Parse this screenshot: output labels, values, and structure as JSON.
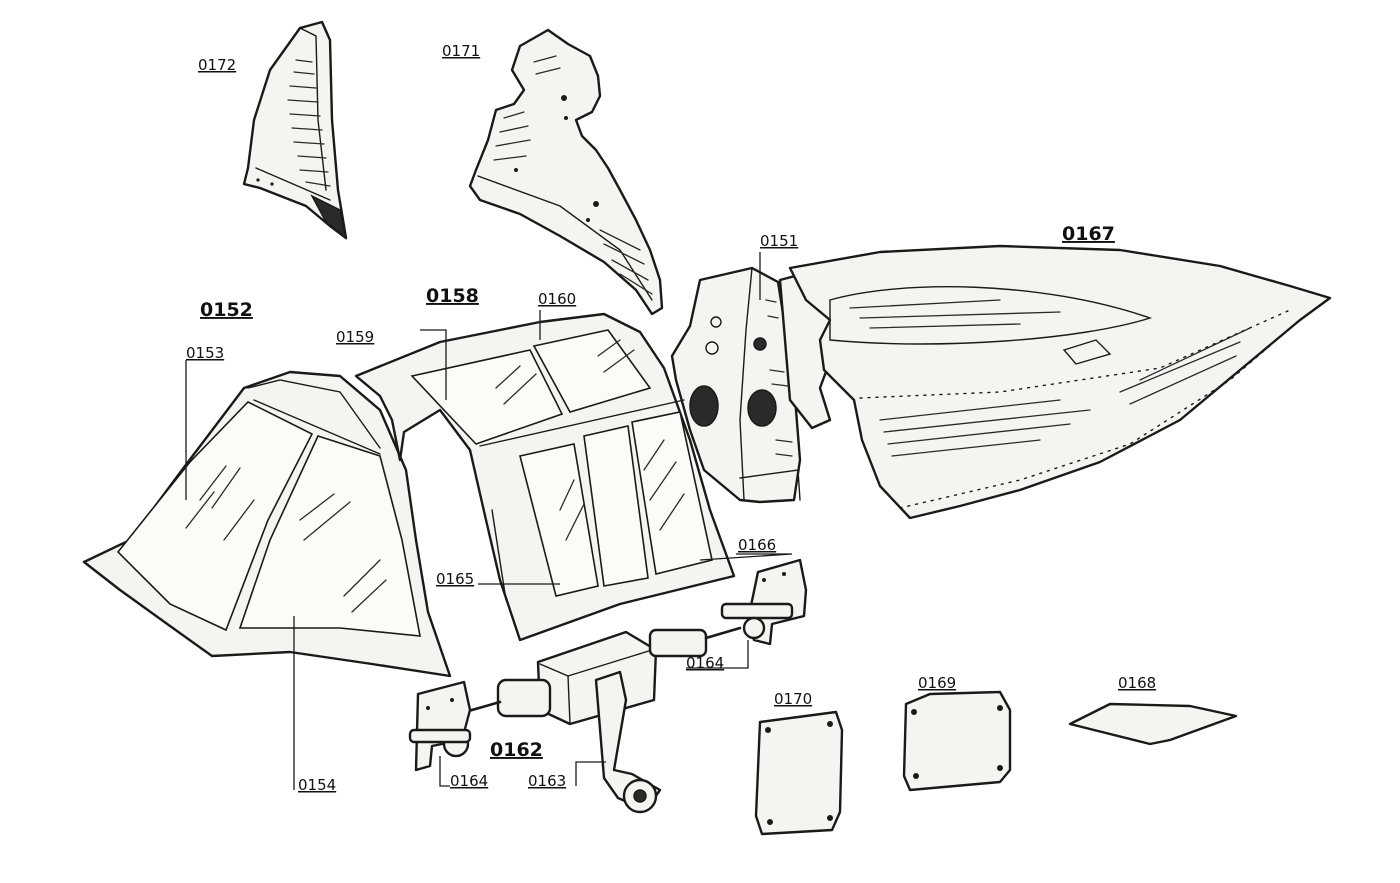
{
  "diagram": {
    "labels": {
      "p0172": "0172",
      "p0171": "0171",
      "p0167": "0167",
      "p0151": "0151",
      "p0152": "0152",
      "p0158": "0158",
      "p0160": "0160",
      "p0159": "0159",
      "p0153": "0153",
      "p0166": "0166",
      "p0165": "0165",
      "p0164a": "0164",
      "p0164b": "0164",
      "p0162": "0162",
      "p0163": "0163",
      "p0154": "0154",
      "p0170": "0170",
      "p0169": "0169",
      "p0168": "0168"
    }
  }
}
